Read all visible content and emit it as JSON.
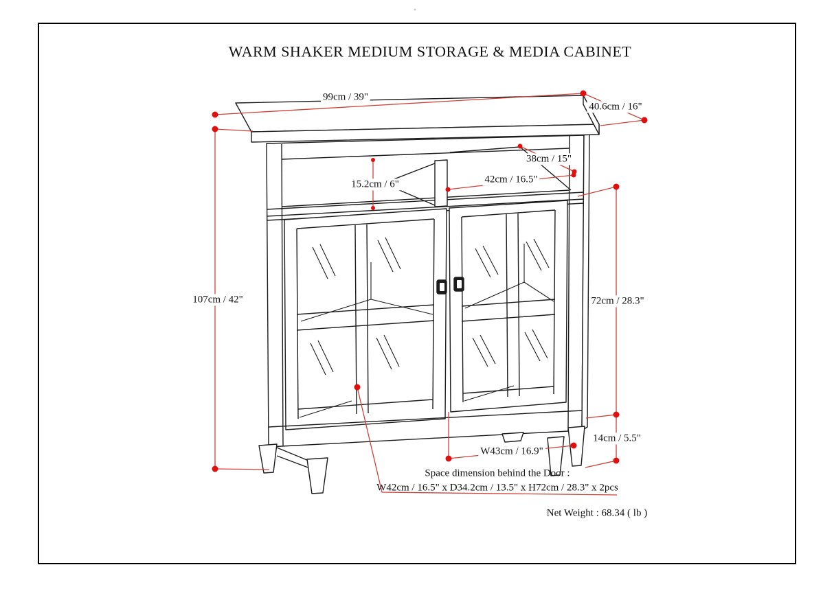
{
  "page": {
    "title": "WARM SHAKER MEDIUM STORAGE & MEDIA CABINET"
  },
  "product": {
    "type": "storage-and-media-cabinet",
    "view": "isometric line drawing with dimension callouts"
  },
  "dimensions": {
    "overall_width": "99cm / 39\"",
    "overall_depth": "40.6cm / 16\"",
    "overall_height": "107cm / 42\"",
    "open_shelf_height": "15.2cm / 6\"",
    "open_shelf_depth": "38cm / 15\"",
    "open_shelf_width": "42cm / 16.5\"",
    "door_section_height": "72cm / 28.3\"",
    "leg_height": "14cm / 5.5\"",
    "door_width": "W43cm / 16.9\""
  },
  "notes": {
    "space_title": "Space dimension behind the Door :",
    "space_value": "W42cm / 16.5\" x D34.2cm / 13.5\" x H72cm / 28.3\" x 2pcs",
    "net_weight": "Net Weight : 68.34 ( lb )"
  },
  "colors": {
    "dimension_line": "#cf4038",
    "dimension_marker": "#e01010",
    "outline": "#1c1c1c",
    "frame_border": "#000000",
    "background": "#ffffff"
  }
}
